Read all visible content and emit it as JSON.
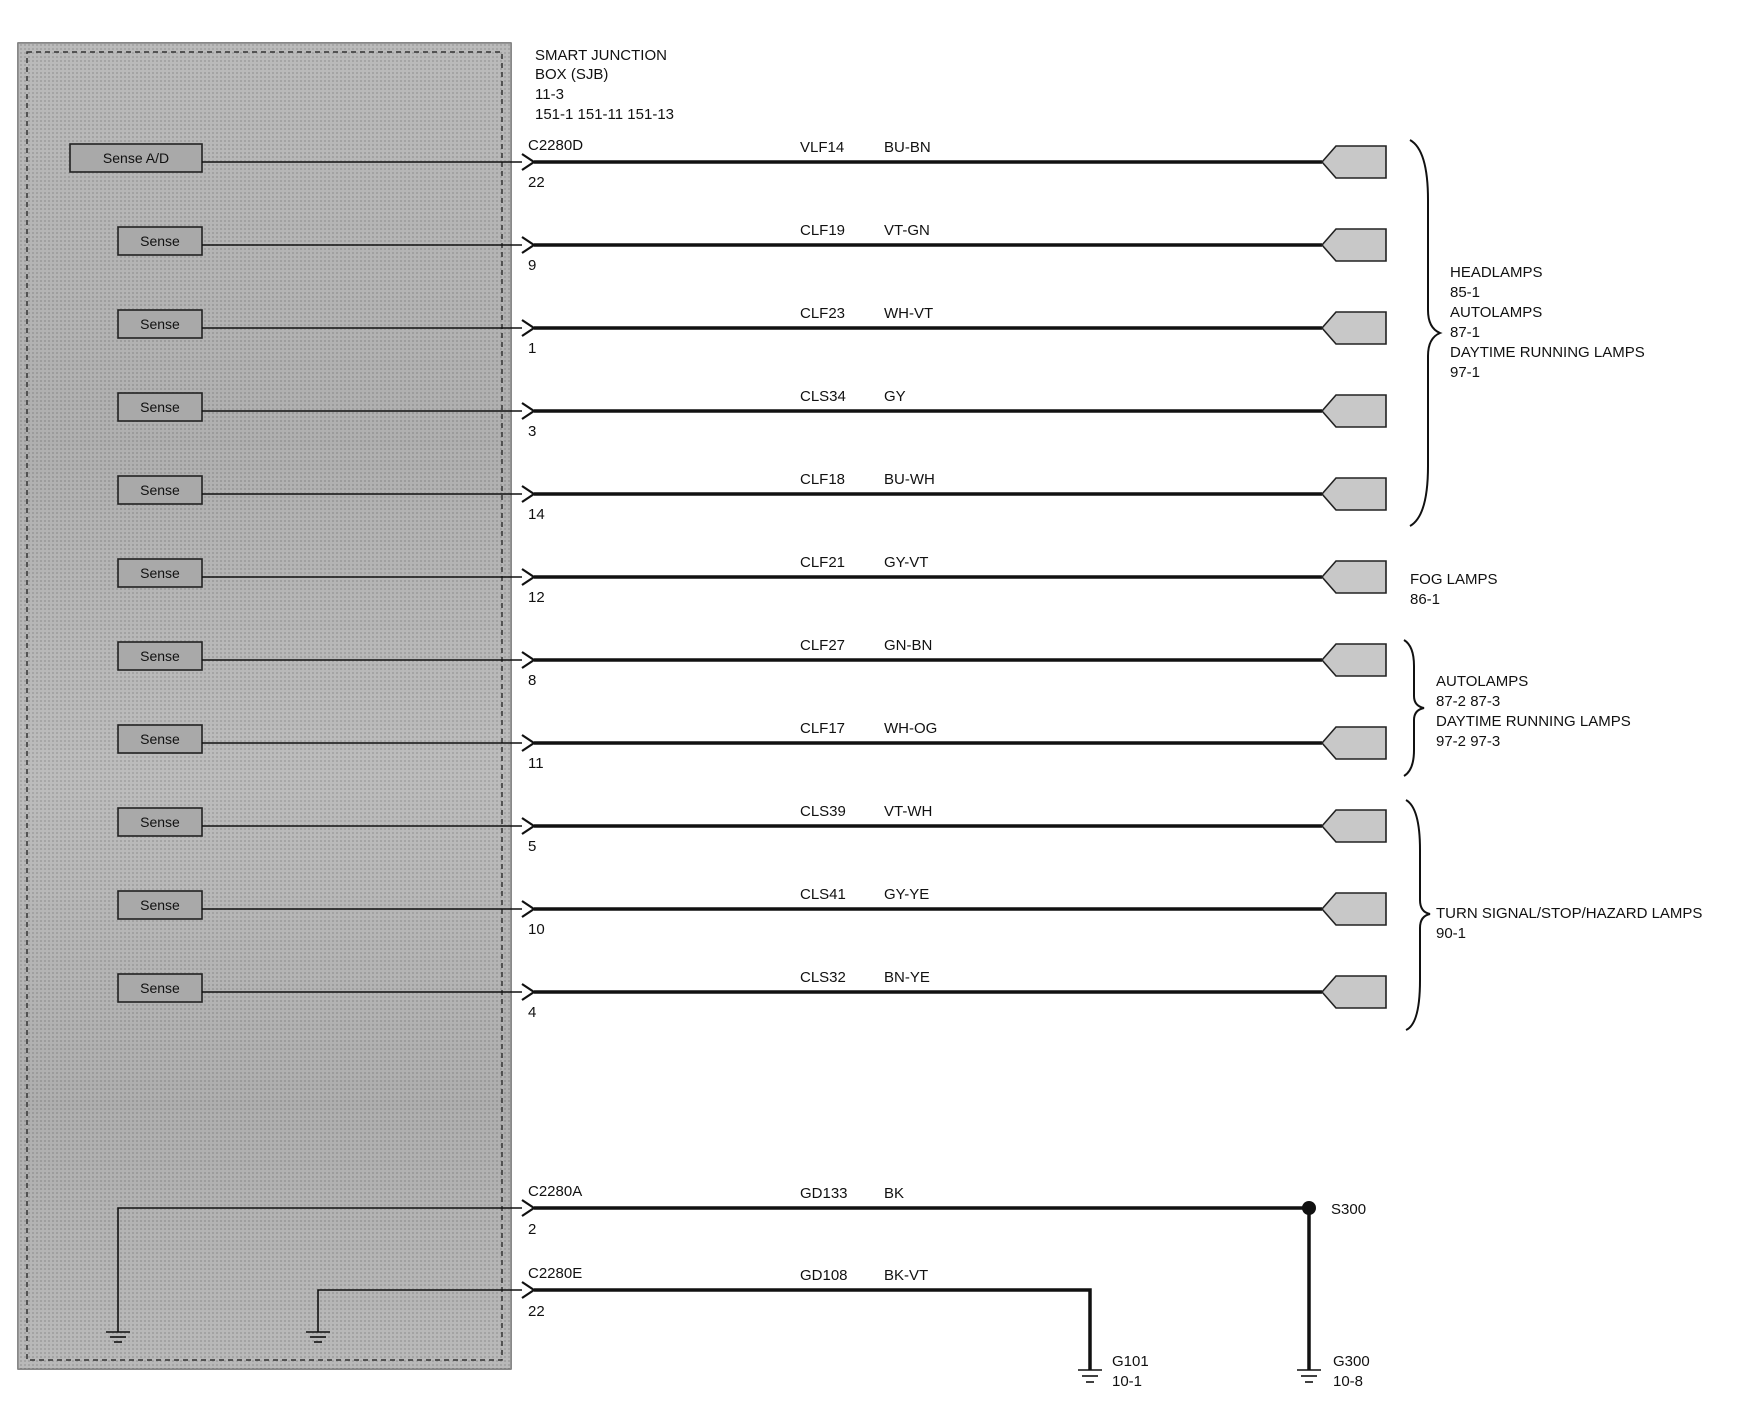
{
  "module": {
    "name_line1": "SMART   JUNCTION",
    "name_line2": "BOX (SJB)",
    "ref_line1": "11-3",
    "ref_line2": "151-1     151-11     151-13"
  },
  "circuits": [
    {
      "sense": "Sense A/D",
      "connector": "C2280D",
      "pin": "22",
      "circuit": "VLF14",
      "color": "BU-BN"
    },
    {
      "sense": "Sense",
      "connector": "",
      "pin": "9",
      "circuit": "CLF19",
      "color": "VT-GN"
    },
    {
      "sense": "Sense",
      "connector": "",
      "pin": "1",
      "circuit": "CLF23",
      "color": "WH-VT"
    },
    {
      "sense": "Sense",
      "connector": "",
      "pin": "3",
      "circuit": "CLS34",
      "color": "GY"
    },
    {
      "sense": "Sense",
      "connector": "",
      "pin": "14",
      "circuit": "CLF18",
      "color": "BU-WH"
    },
    {
      "sense": "Sense",
      "connector": "",
      "pin": "12",
      "circuit": "CLF21",
      "color": "GY-VT"
    },
    {
      "sense": "Sense",
      "connector": "",
      "pin": "8",
      "circuit": "CLF27",
      "color": "GN-BN"
    },
    {
      "sense": "Sense",
      "connector": "",
      "pin": "11",
      "circuit": "CLF17",
      "color": "WH-OG"
    },
    {
      "sense": "Sense",
      "connector": "",
      "pin": "5",
      "circuit": "CLS39",
      "color": "VT-WH"
    },
    {
      "sense": "Sense",
      "connector": "",
      "pin": "10",
      "circuit": "CLS41",
      "color": "GY-YE"
    },
    {
      "sense": "Sense",
      "connector": "",
      "pin": "4",
      "circuit": "CLS32",
      "color": "BN-YE"
    }
  ],
  "groups": {
    "headlamps": {
      "l1": "HEADLAMPS",
      "l2": "85-1",
      "l3": "AUTOLAMPS",
      "l4": "87-1",
      "l5": "DAYTIME RUNNING LAMPS",
      "l6": "97-1"
    },
    "fog": {
      "l1": "FOG LAMPS",
      "l2": "86-1"
    },
    "auto": {
      "l1": "AUTOLAMPS",
      "l2": "87-2     87-3",
      "l3": "DAYTIME RUNNING LAMPS",
      "l4": "97-2     97-3"
    },
    "turn": {
      "l1": "TURN SIGNAL/STOP/HAZARD LAMPS",
      "l2": "90-1"
    }
  },
  "grounds": {
    "a": {
      "connector": "C2280A",
      "pin": "2",
      "circuit": "GD133",
      "color": "BK"
    },
    "e": {
      "connector": "C2280E",
      "pin": "22",
      "circuit": "GD108",
      "color": "BK-VT"
    },
    "splice": "S300",
    "g101": {
      "name": "G101",
      "ref": "10-1"
    },
    "g300": {
      "name": "G300",
      "ref": "10-8"
    }
  }
}
